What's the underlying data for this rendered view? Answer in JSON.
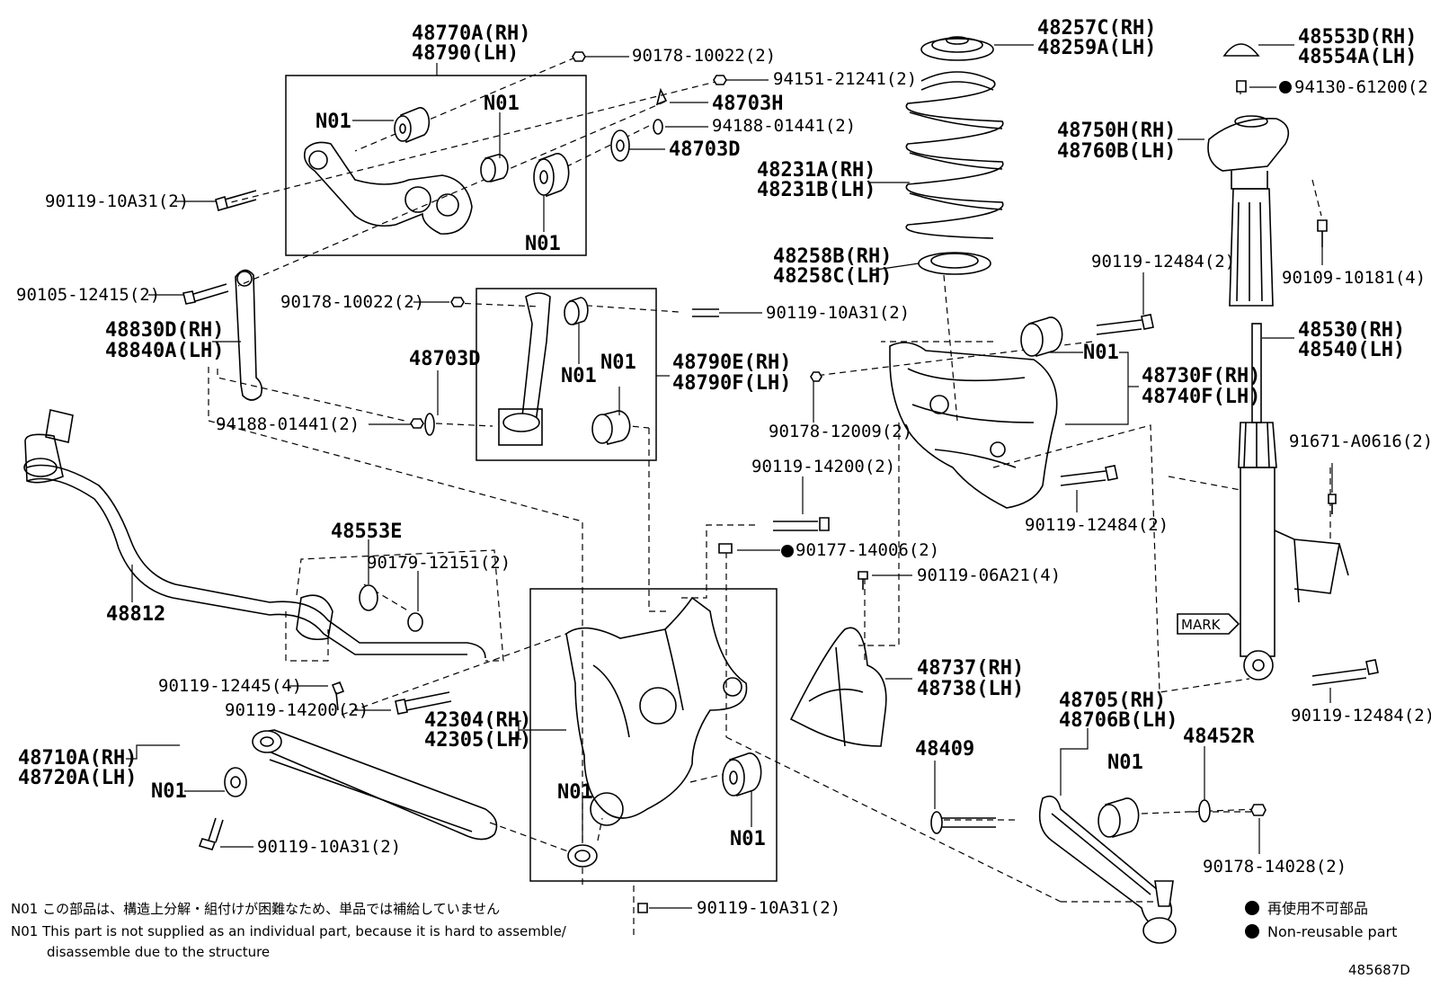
{
  "diagram_id": "485687D",
  "part_labels": {
    "p48770a": "48770A(RH)",
    "p48790": "48790(LH)",
    "p90178_10022_top": "90178-10022(2)",
    "p94151": "94151-21241(2)",
    "p48703h": "48703H",
    "p94188_top": "94188-01441(2)",
    "p48703d_top": "48703D",
    "p90119_10a31_left": "90119-10A31(2)",
    "n01_a": "N01",
    "n01_b": "N01",
    "n01_c": "N01",
    "p90105": "90105-12415(2)",
    "p48830d": "48830D(RH)",
    "p48840a": "48840A(LH)",
    "p90178_10022_mid": "90178-10022(2)",
    "p90119_10a31_mid": "90119-10A31(2)",
    "n01_d": "N01",
    "n01_e": "N01",
    "p48703d_mid": "48703D",
    "p48790e": "48790E(RH)",
    "p48790f": "48790F(LH)",
    "p94188_mid": "94188-01441(2)",
    "p48257c": "48257C(RH)",
    "p48259a": "48259A(LH)",
    "p48231a": "48231A(RH)",
    "p48231b": "48231B(LH)",
    "p48258b": "48258B(RH)",
    "p48258c": "48258C(LH)",
    "p90119_12484_a": "90119-12484(2)",
    "n01_f": "N01",
    "p48730f": "48730F(RH)",
    "p48740f": "48740F(LH)",
    "p90178_12009": "90178-12009(2)",
    "p90119_12484_b": "90119-12484(2)",
    "p48553d": "48553D(RH)",
    "p48554a": "48554A(LH)",
    "p94130": "94130-61200(2)",
    "p48750h": "48750H(RH)",
    "p48760b": "48760B(LH)",
    "p90109": "90109-10181(4)",
    "p48530": "48530(RH)",
    "p48540": "48540(LH)",
    "p91671": "91671-A0616(2)",
    "mark": "MARK",
    "p90119_12484_c": "90119-12484(2)",
    "p90119_14200_a": "90119-14200(2)",
    "p90177": "90177-14006(2)",
    "p90119_06a21": "90119-06A21(4)",
    "p48737": "48737(RH)",
    "p48738": "48738(LH)",
    "p48553e": "48553E",
    "p90179": "90179-12151(2)",
    "p48812": "48812",
    "p90119_12445": "90119-12445(4)",
    "p90119_14200_b": "90119-14200(2)",
    "p42304": "42304(RH)",
    "p42305": "42305(LH)",
    "p48710a": "48710A(RH)",
    "p48720a": "48720A(LH)",
    "n01_g": "N01",
    "p90119_10a31_low": "90119-10A31(2)",
    "n01_h": "N01",
    "n01_i": "N01",
    "p90119_10a31_bot": "90119-10A31(2)",
    "p48705": "48705(RH)",
    "p48706b": "48706B(LH)",
    "n01_j": "N01",
    "p48409": "48409",
    "p48452r": "48452R",
    "p90178_14028": "90178-14028(2)"
  },
  "notes": {
    "jp": "N01 この部品は、構造上分解・組付けが困難なため、単品では補給していません",
    "en_line1": "N01 This part is not supplied as an individual part, because it is hard to assemble/",
    "en_line2": "disassemble due to the structure"
  },
  "legend": {
    "jp": "再使用不可部品",
    "en": "Non-reusable part"
  }
}
